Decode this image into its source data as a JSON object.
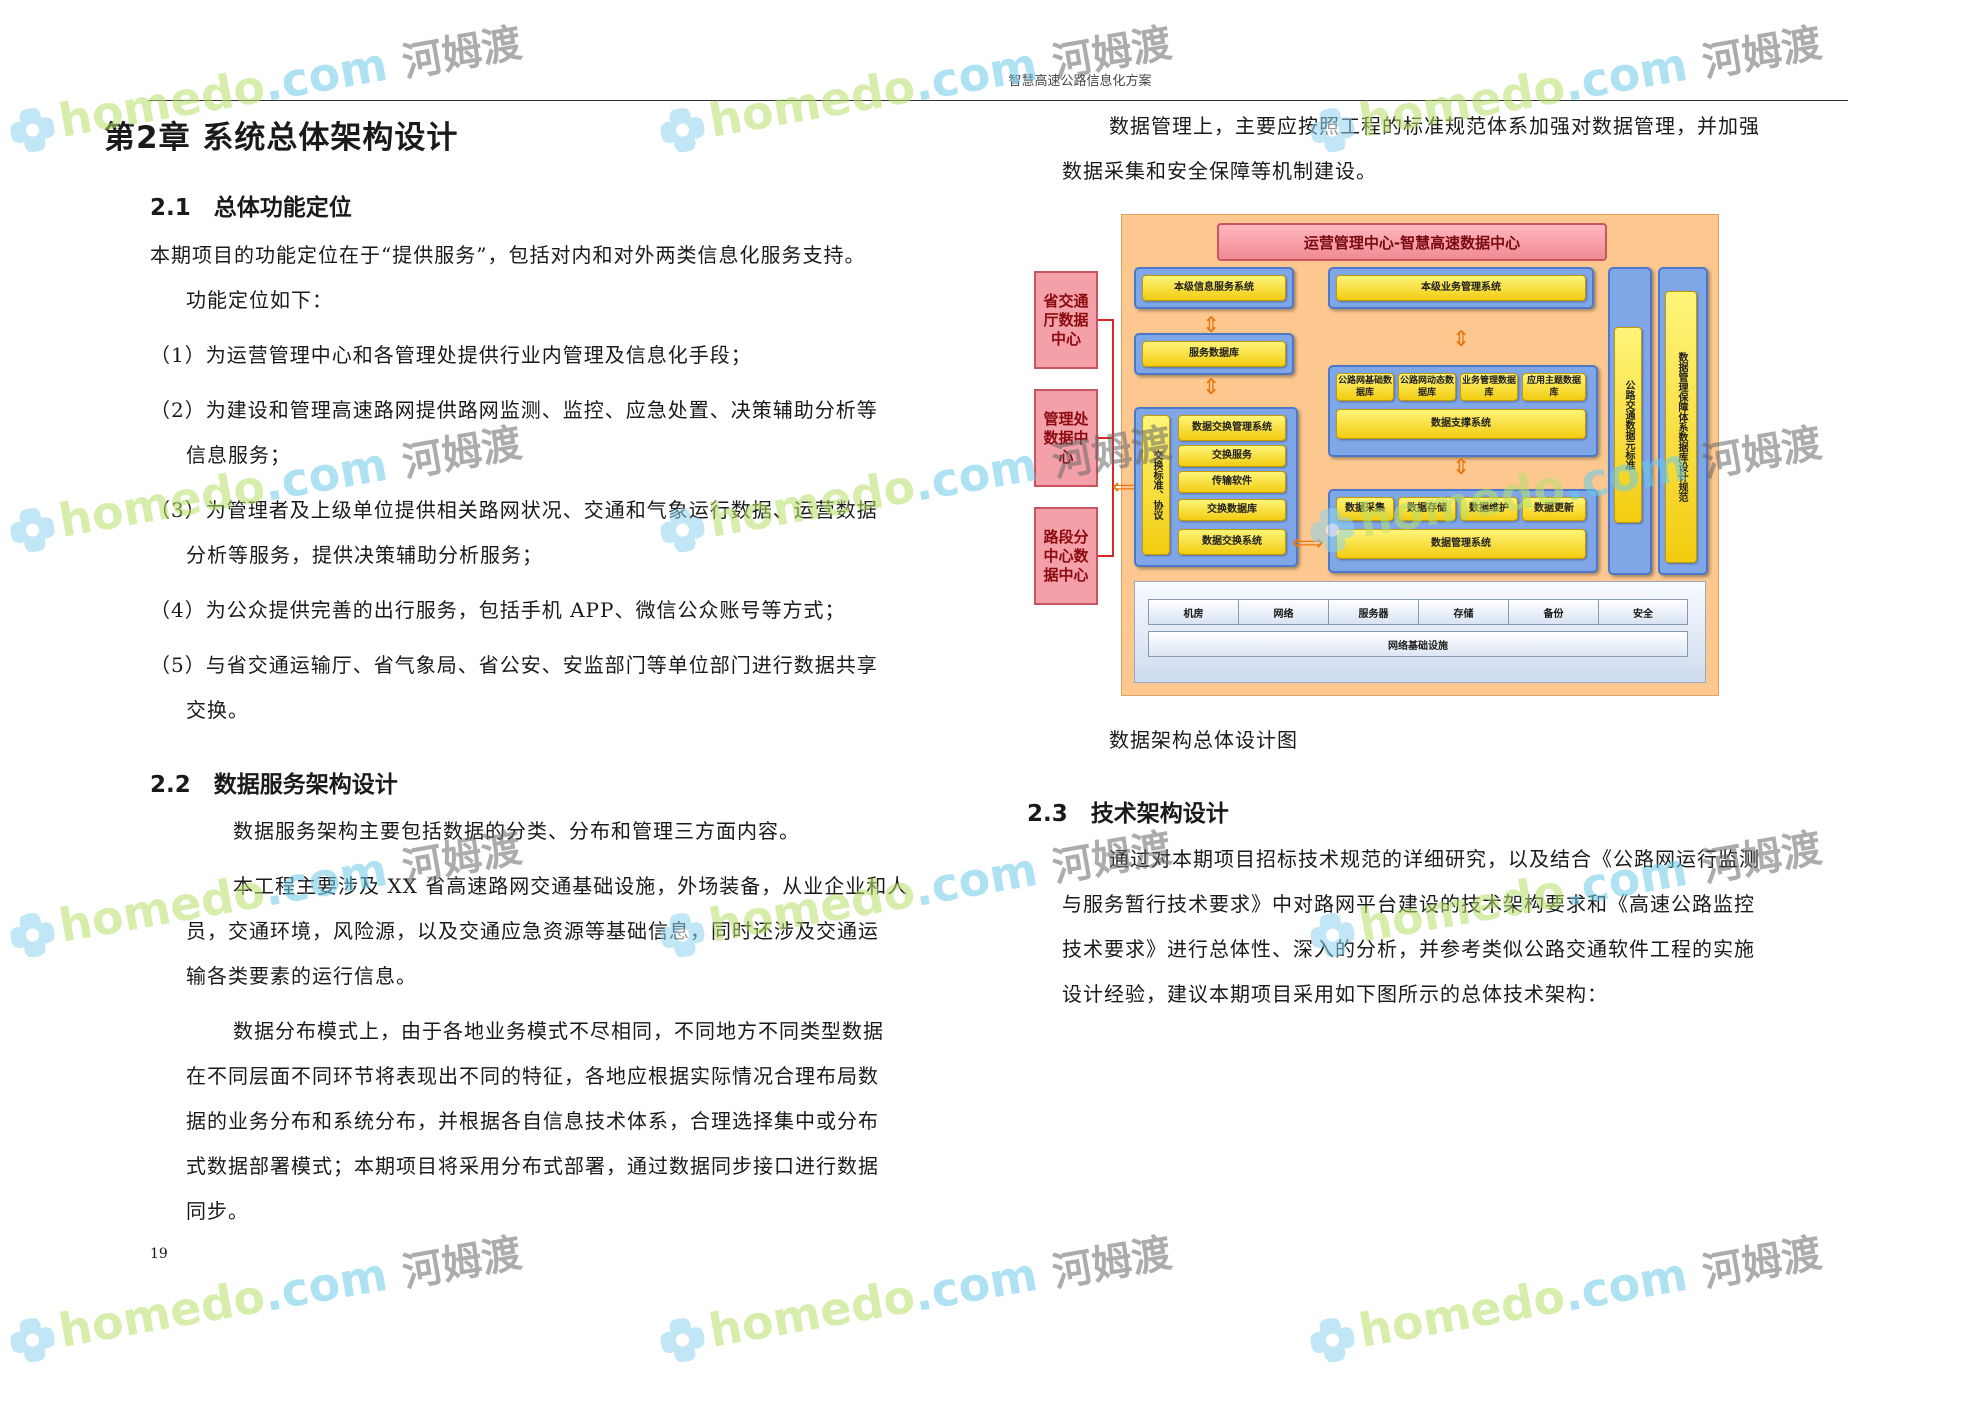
{
  "header": {
    "title": "智慧高速公路信息化方案"
  },
  "chapter_title": "第2章 系统总体架构设计",
  "section_2_1": {
    "heading": "2.1　总体功能定位",
    "paragraphs": [
      "本期项目的功能定位在于“提供服务”，包括对内和对外两类信息化服务支持。",
      "功能定位如下："
    ],
    "items": [
      [
        "（1）为运营管理中心和各管理处提供行业内管理及信息化手段；"
      ],
      [
        "（2）为建设和管理高速路网提供路网监测、监控、应急处置、决策辅助分析等",
        "信息服务；"
      ],
      [
        "（3）为管理者及上级单位提供相关路网状况、交通和气象运行数据、运营数据",
        "分析等服务，提供决策辅助分析服务；"
      ],
      [
        "（4）为公众提供完善的出行服务，包括手机 APP、微信公众账号等方式；"
      ],
      [
        "（5）与省交通运输厅、省气象局、省公安、安监部门等单位部门进行数据共享",
        "交换。"
      ]
    ]
  },
  "section_2_2": {
    "heading": "2.2　数据服务架构设计",
    "lines_p1": [
      "数据服务架构主要包括数据的分类、分布和管理三方面内容。"
    ],
    "lines_p2": [
      "本工程主要涉及 XX 省高速路网交通基础设施，外场装备，从业企业和人",
      "员，交通环境，风险源，以及交通应急资源等基础信息，同时还涉及交通运",
      "输各类要素的运行信息。"
    ],
    "lines_p3": [
      "数据分布模式上，由于各地业务模式不尽相同，不同地方不同类型数据",
      "在不同层面不同环节将表现出不同的特征，各地应根据实际情况合理布局数",
      "据的业务分布和系统分布，并根据各自信息技术体系，合理选择集中或分布",
      "式数据部署模式；本期项目将采用分布式部署，通过数据同步接口进行数据",
      "同步。"
    ]
  },
  "right_column": {
    "lines_top": [
      "数据管理上，主要应按照工程的标准规范体系加强对数据管理，并加强",
      "数据采集和安全保障等机制建设。"
    ],
    "diagram": {
      "title": "运营管理中心-智慧高速数据中心",
      "left_centers": [
        "省交通厅数据中心",
        "管理处数据中心",
        "路段分中心数据中心"
      ],
      "info_service": "本级信息服务系统",
      "service_db": "服务数据库",
      "exchange_std": "交换标准、协议",
      "exchange_items": [
        "数据交换管理系统",
        "交换服务",
        "传输软件",
        "交换数据库",
        "数据交换系统"
      ],
      "business_mgmt": "本级业务管理系统",
      "support_dbs": [
        "公路网基础数据库",
        "公路网动态数据库",
        "业务管理数据库",
        "应用主题数据库"
      ],
      "support_system": "数据支撑系统",
      "mgmt_items": [
        "数据采集",
        "数据存储",
        "数据维护",
        "数据更新"
      ],
      "mgmt_system": "数据管理系统",
      "road_std": "公路交通数据元标准",
      "security_std": "数据管理保障体系数据库设计规范",
      "infra_items": [
        "机房",
        "网络",
        "服务器",
        "存储",
        "备份",
        "安全"
      ],
      "infra": "网络基础设施"
    },
    "caption": "数据架构总体设计图",
    "section_2_3": {
      "heading": "2.3　技术架构设计",
      "lines": [
        "通过对本期项目招标技术规范的详细研究，以及结合《公路网运行监测",
        "与服务暂行技术要求》中对路网平台建设的技术架构要求和《高速公路监控",
        "技术要求》进行总体性、深入的分析，并参考类似公路交通软件工程的实施",
        "设计经验，建议本期项目采用如下图所示的总体技术架构："
      ]
    }
  },
  "page_number": "19",
  "watermark": {
    "part1": "home",
    "part2": "do",
    "part3": ".com",
    "part4": "河姆渡"
  }
}
